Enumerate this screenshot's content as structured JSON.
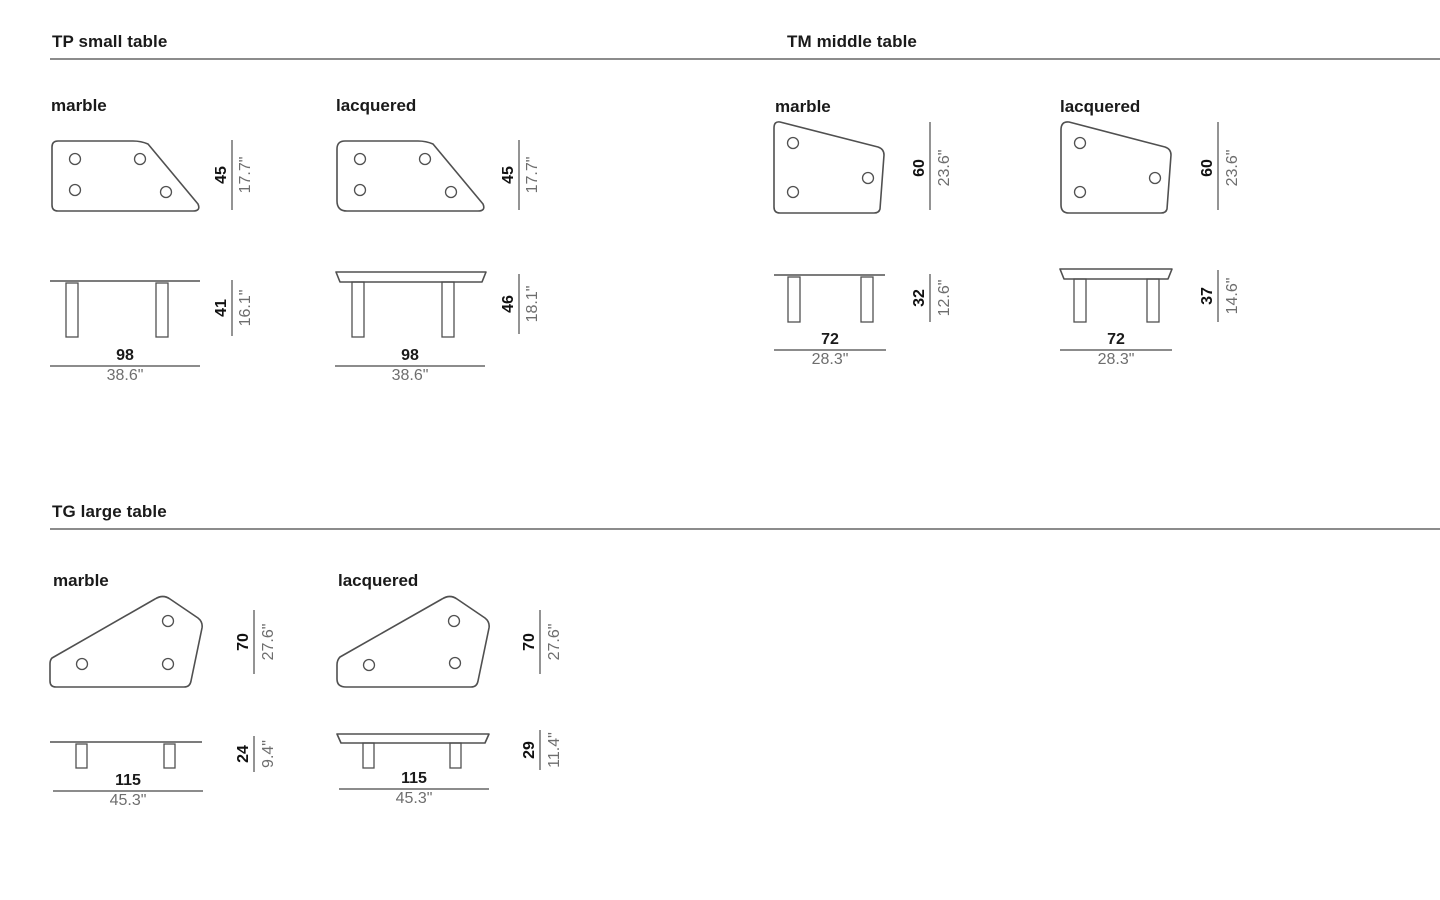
{
  "sections": {
    "tp": {
      "title": "TP small table",
      "marble": {
        "label": "marble",
        "depth_cm": "45",
        "depth_in": "17.7\"",
        "height_cm": "41",
        "height_in": "16.1\"",
        "width_cm": "98",
        "width_in": "38.6\""
      },
      "lacquered": {
        "label": "lacquered",
        "depth_cm": "45",
        "depth_in": "17.7\"",
        "height_cm": "46",
        "height_in": "18.1\"",
        "width_cm": "98",
        "width_in": "38.6\""
      }
    },
    "tm": {
      "title": "TM middle table",
      "marble": {
        "label": "marble",
        "depth_cm": "60",
        "depth_in": "23.6\"",
        "height_cm": "32",
        "height_in": "12.6\"",
        "width_cm": "72",
        "width_in": "28.3\""
      },
      "lacquered": {
        "label": "lacquered",
        "depth_cm": "60",
        "depth_in": "23.6\"",
        "height_cm": "37",
        "height_in": "14.6\"",
        "width_cm": "72",
        "width_in": "28.3\""
      }
    },
    "tg": {
      "title": "TG large table",
      "marble": {
        "label": "marble",
        "depth_cm": "70",
        "depth_in": "27.6\"",
        "height_cm": "24",
        "height_in": "9.4\"",
        "width_cm": "115",
        "width_in": "45.3\""
      },
      "lacquered": {
        "label": "lacquered",
        "depth_cm": "70",
        "depth_in": "27.6\"",
        "height_cm": "29",
        "height_in": "11.4\"",
        "width_cm": "115",
        "width_in": "45.3\""
      }
    }
  }
}
